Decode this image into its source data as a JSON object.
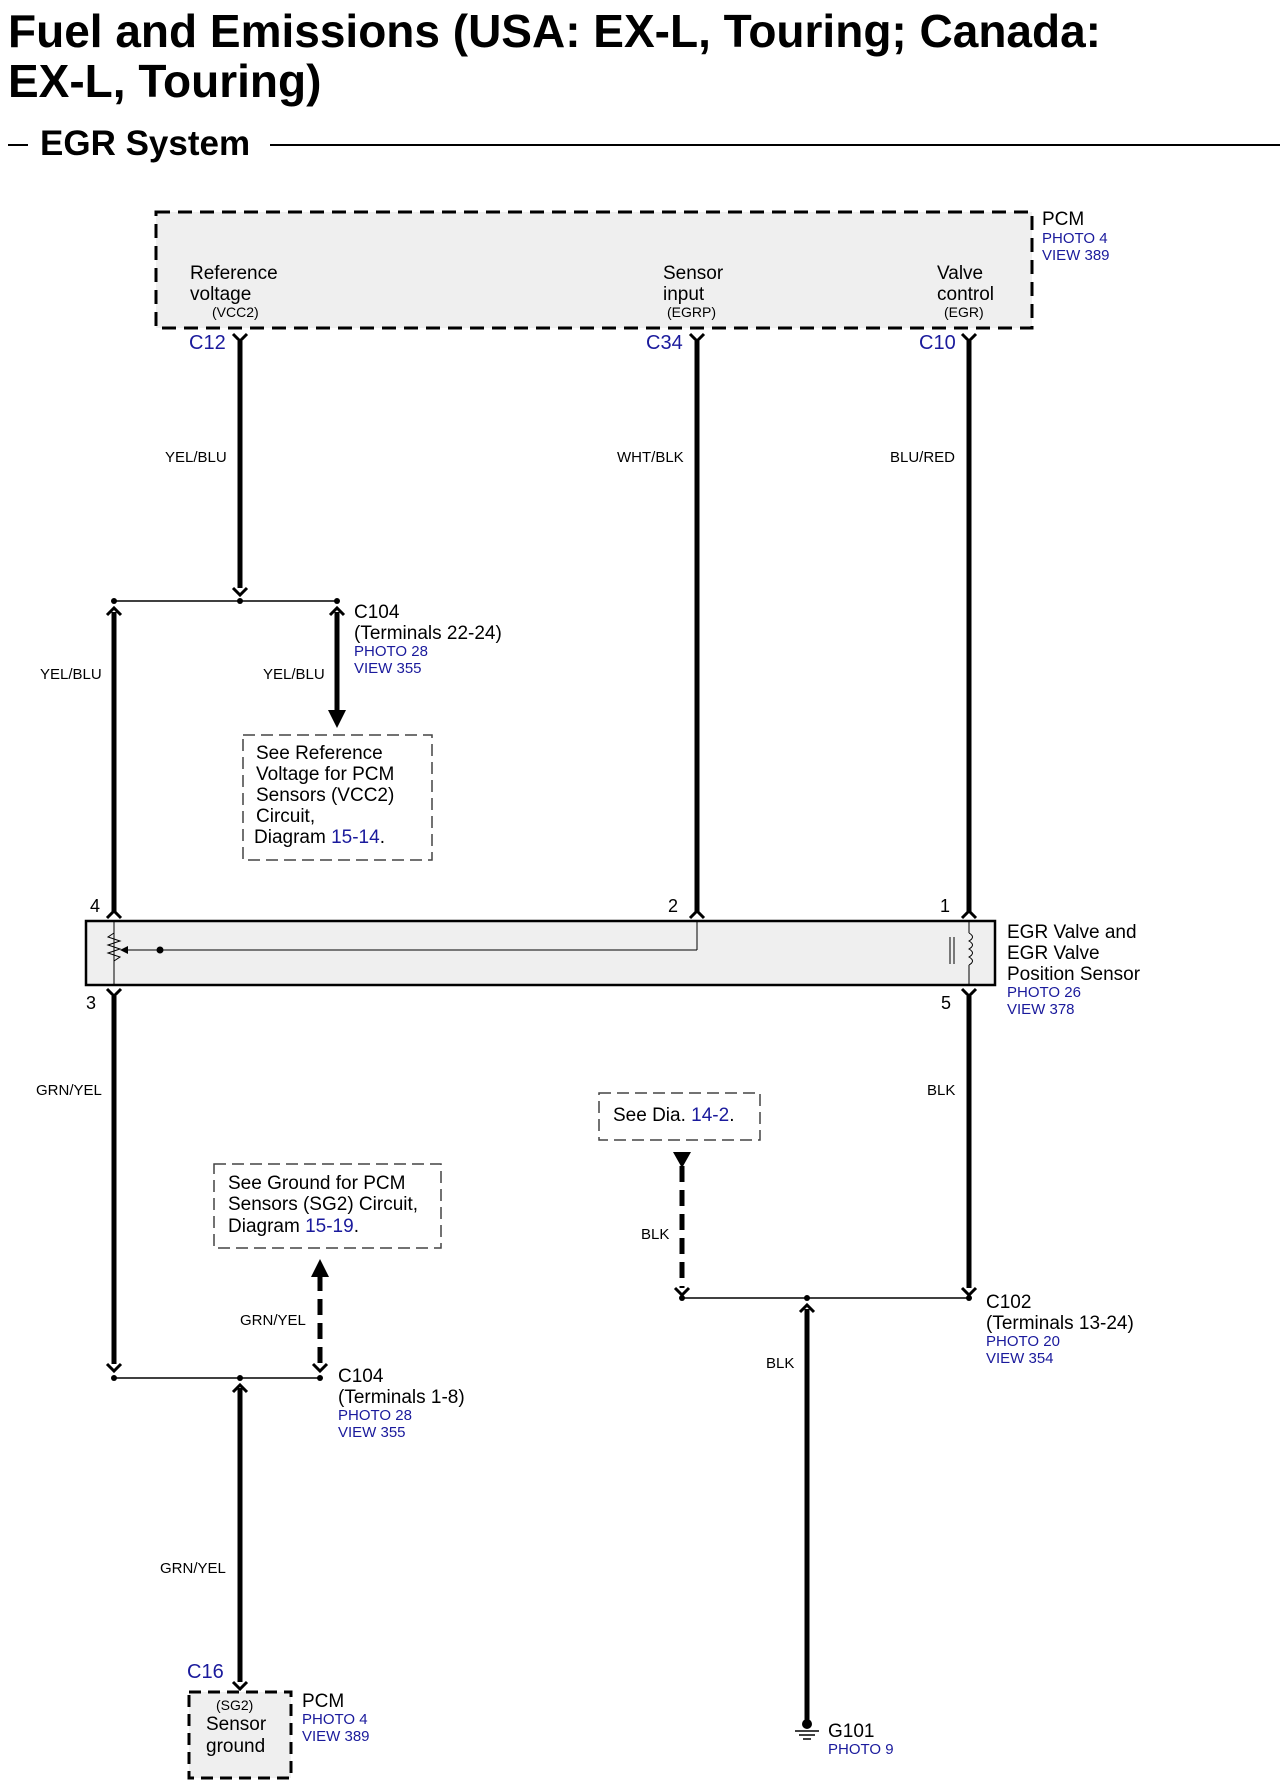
{
  "header": {
    "title_line1": "Fuel and Emissions (USA: EX-L, Touring; Canada:",
    "title_line2": "EX-L, Touring)",
    "subtitle": "EGR System"
  },
  "pcm_top": {
    "name": "PCM",
    "photo": "PHOTO 4",
    "view": "VIEW 389",
    "ref_line1": "Reference",
    "ref_line2": "voltage",
    "ref_code": "(VCC2)",
    "sensor_line1": "Sensor",
    "sensor_line2": "input",
    "sensor_code": "(EGRP)",
    "valve_line1": "Valve",
    "valve_line2": "control",
    "valve_code": "(EGR)",
    "pin_ref": "C12",
    "pin_sensor": "C34",
    "pin_valve": "C10"
  },
  "wires": {
    "w1": "YEL/BLU",
    "w2": "WHT/BLK",
    "w3": "BLU/RED",
    "w4": "YEL/BLU",
    "w5": "YEL/BLU",
    "w6": "GRN/YEL",
    "w7": "BLK",
    "w8": "BLK",
    "w9": "GRN/YEL",
    "w10": "BLK",
    "w11": "GRN/YEL"
  },
  "c104_upper": {
    "name": "C104",
    "terminals": "(Terminals 22-24)",
    "photo": "PHOTO 28",
    "view": "VIEW 355"
  },
  "ref_note": {
    "line1": "See Reference",
    "line2": "Voltage for PCM",
    "line3": "Sensors (VCC2)",
    "line4": "Circuit,",
    "line5": "Diagram",
    "link": "15-14",
    "end": "."
  },
  "egr_sensor": {
    "name_line1": "EGR Valve and",
    "name_line2": "EGR Valve",
    "name_line3": "Position Sensor",
    "photo": "PHOTO 26",
    "view": "VIEW 378",
    "pin4": "4",
    "pin2": "2",
    "pin1": "1",
    "pin3": "3",
    "pin5": "5"
  },
  "dia_note": {
    "text": "See Dia.",
    "link": "14-2",
    "end": "."
  },
  "ground_note": {
    "line1": "See Ground for PCM",
    "line2": "Sensors (SG2) Circuit,",
    "line3": "Diagram",
    "link": "15-19",
    "end": "."
  },
  "c102": {
    "name": "C102",
    "terminals": "(Terminals 13-24)",
    "photo": "PHOTO 20",
    "view": "VIEW 354"
  },
  "c104_lower": {
    "name": "C104",
    "terminals": "(Terminals 1-8)",
    "photo": "PHOTO 28",
    "view": "VIEW 355"
  },
  "pcm_bottom": {
    "pin": "C16",
    "code": "(SG2)",
    "line1": "Sensor",
    "line2": "ground",
    "name": "PCM",
    "photo": "PHOTO 4",
    "view": "VIEW 389"
  },
  "g101": {
    "name": "G101",
    "photo": "PHOTO 9"
  }
}
